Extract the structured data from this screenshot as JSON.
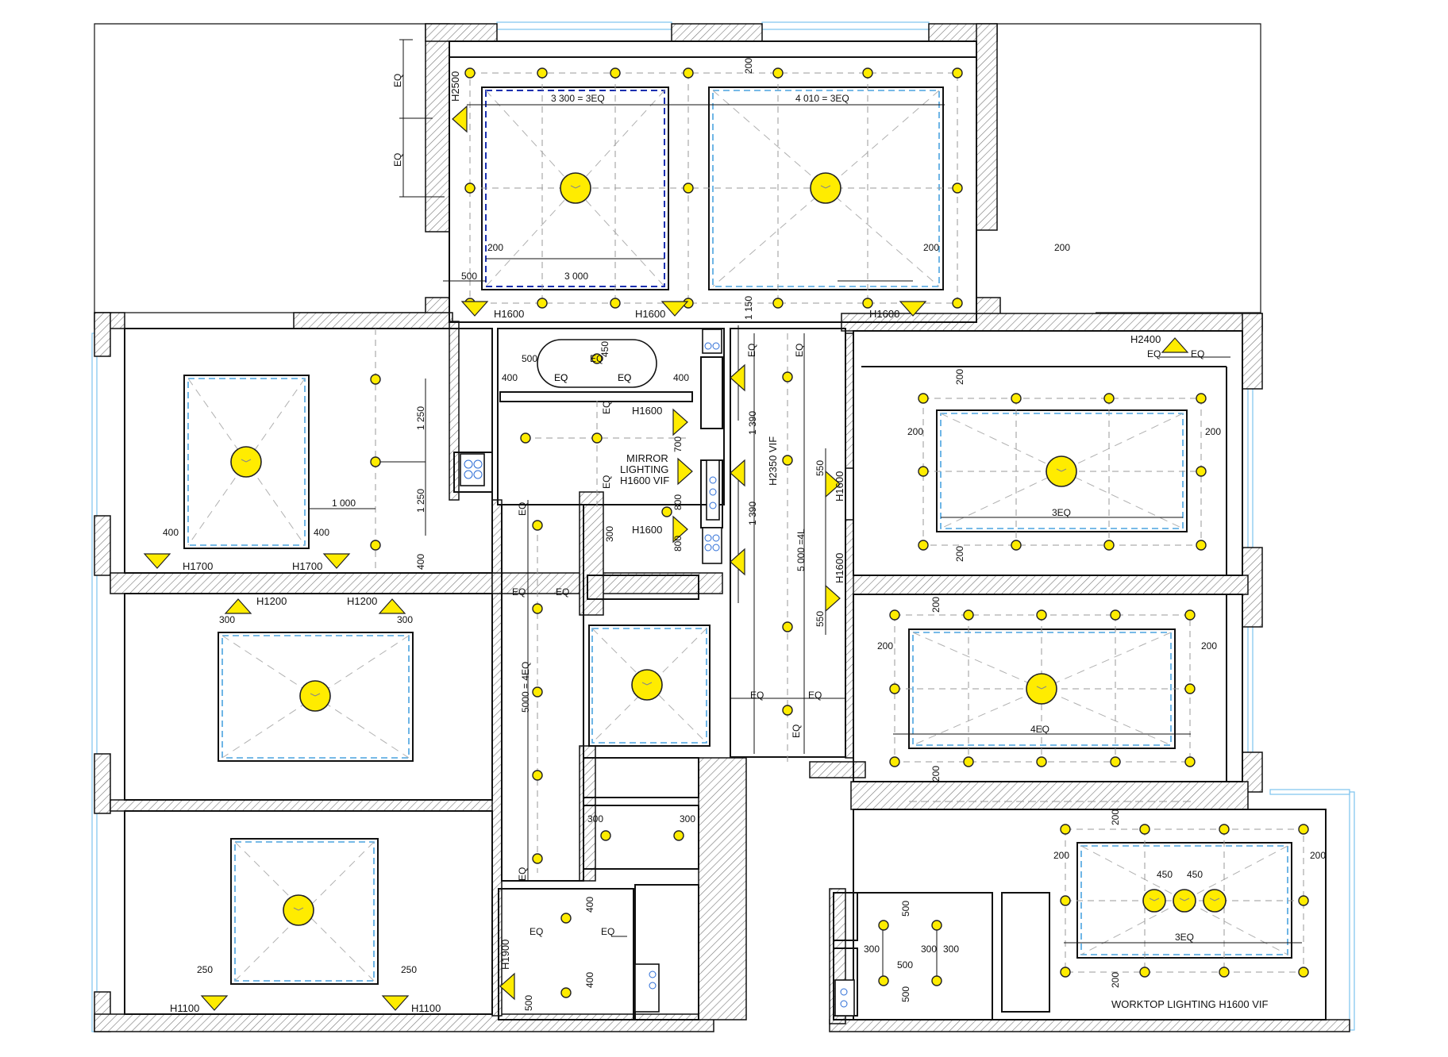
{
  "plan_labels": {
    "heights": [
      "H2500",
      "H1600",
      "H1600",
      "H1600",
      "H2400",
      "H1700",
      "H1700",
      "H1200",
      "H1200",
      "H1100",
      "H1100",
      "H1600",
      "H1600",
      "H1600",
      "H1600",
      "H2350 VIF",
      "H1900"
    ],
    "dimensions": [
      "EQ",
      "EQ",
      "3 300 = 3EQ",
      "4 010 = 3EQ",
      "200",
      "200",
      "200",
      "500",
      "3 000",
      "1 150",
      "200",
      "450",
      "400",
      "400",
      "EQ",
      "EQ",
      "1 250",
      "1 250",
      "400",
      "1 000",
      "400",
      "400",
      "300",
      "300",
      "250",
      "250",
      "1 390",
      "1 390",
      "5 000 =4L",
      "550",
      "550",
      "5000 = 4EQ",
      "200",
      "200",
      "200",
      "3EQ",
      "200",
      "200",
      "200",
      "200",
      "4EQ",
      "200",
      "200",
      "200",
      "200",
      "450",
      "450",
      "3EQ",
      "200",
      "300",
      "300",
      "300",
      "300",
      "400",
      "400",
      "500",
      "500",
      "500",
      "500",
      "300",
      "300",
      "700",
      "800",
      "800",
      "500",
      "EQ",
      "EQ",
      "EQ",
      "EQ",
      "EQ",
      "EQ",
      "EQ",
      "EQ",
      "EQ",
      "EQ",
      "EQ",
      "EQ",
      "EQ",
      "EQ",
      "EQ",
      "EQ",
      "EQ",
      "EQ"
    ],
    "mirror_lighting": [
      "MIRROR",
      "LIGHTING",
      "H1600 VIF"
    ],
    "worktop": "WORKTOP LIGHTING  H1600 VIF"
  },
  "colors": {
    "fixture_fill": "#ffec00",
    "ceiling_dash": "#4aa3df",
    "ceiling_dash_dark": "#1a2fb0",
    "window": "#7cc3ee"
  }
}
